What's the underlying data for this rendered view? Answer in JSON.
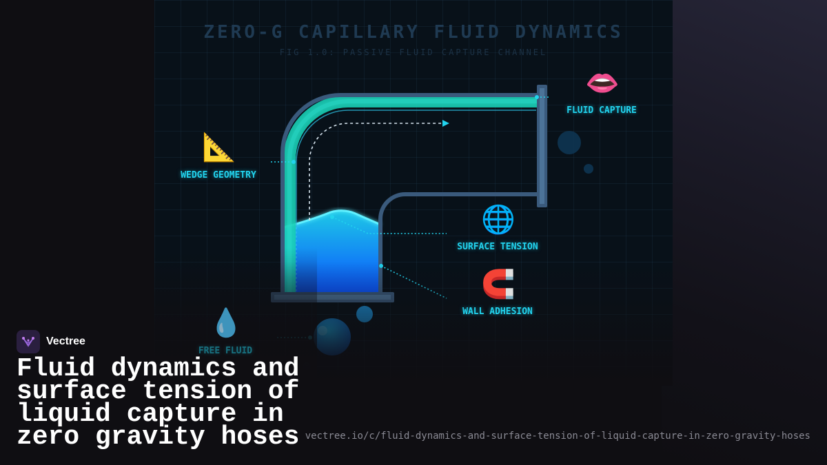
{
  "diagram": {
    "title": "ZERO-G CAPILLARY FLUID DYNAMICS",
    "subtitle": "FIG 1.0: PASSIVE FLUID CAPTURE CHANNEL",
    "labels": {
      "fluid_capture": "FLUID CAPTURE",
      "wedge_geometry": "WEDGE GEOMETRY",
      "surface_tension": "SURFACE TENSION",
      "wall_adhesion": "WALL ADHESION",
      "free_fluid": "FREE FLUID"
    },
    "icons": {
      "fluid_capture": "👄",
      "wedge_geometry": "📐",
      "surface_tension": "🌐",
      "wall_adhesion": "🧲",
      "free_fluid": "💧"
    },
    "colors": {
      "accent": "#22d3ee",
      "fluid_top": "#22d3ee",
      "fluid_bottom": "#0055ff",
      "pipe": "#3a5a7c"
    }
  },
  "brand": {
    "name": "Vectree"
  },
  "headline": "Fluid dynamics and surface tension of liquid capture in zero gravity hoses",
  "url": "vectree.io/c/fluid-dynamics-and-surface-tension-of-liquid-capture-in-zero-gravity-hoses"
}
